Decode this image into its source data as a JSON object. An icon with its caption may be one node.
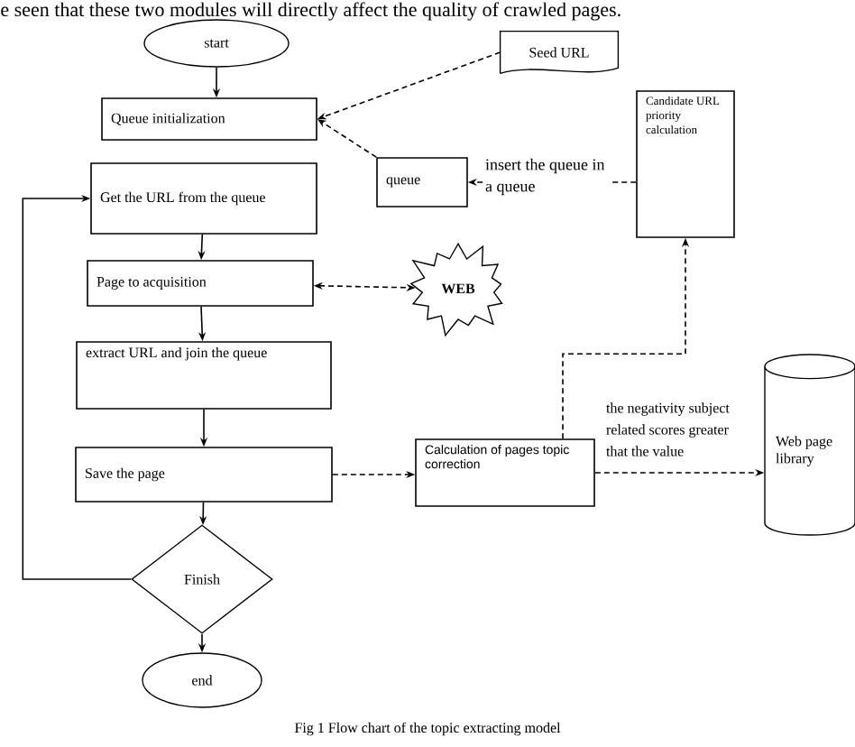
{
  "diagram": {
    "caption": "Fig 1 Flow chart of the topic extracting model",
    "nodes": [
      {
        "text": [
          "start"
        ]
      },
      {
        "text": [
          "Seed URL"
        ]
      },
      {
        "text": [
          "Queue initialization"
        ]
      },
      {
        "text": [
          "Candidate URL priority calculation"
        ]
      },
      {
        "text": [
          "queue"
        ]
      },
      {
        "text": [
          "Get the URL from the queue"
        ]
      },
      {
        "text": [
          "Page to acquisition"
        ]
      },
      {
        "text": [
          "WEB"
        ]
      },
      {
        "text": [
          "extract URL and join the queue"
        ]
      },
      {
        "text": [
          "Save the page"
        ]
      },
      {
        "text": [
          "Calculation of pages topic  correction"
        ]
      },
      {
        "text": [
          "Web page library"
        ]
      },
      {
        "text": [
          "Finish"
        ]
      },
      {
        "text": [
          "end"
        ]
      }
    ],
    "edges": [
      {
        "from": 0,
        "to": 2,
        "arrow": "to"
      },
      {
        "from": 1,
        "to": 2,
        "arrow": "to",
        "style": "dashed"
      },
      {
        "from": 4,
        "to": 2,
        "arrow": "to",
        "style": "dashed"
      },
      {
        "from": 3,
        "to": 4,
        "arrow": "to",
        "style": "dashed",
        "label": "insert the queue in a queue"
      },
      {
        "from": 5,
        "to": 6,
        "arrow": "to"
      },
      {
        "from": 6,
        "to": 7,
        "arrow": "both",
        "style": "dashed"
      },
      {
        "from": 6,
        "to": 8,
        "arrow": "to"
      },
      {
        "from": 8,
        "to": 9,
        "arrow": "to"
      },
      {
        "from": 9,
        "to": 10,
        "arrow": "to",
        "style": "dashed"
      },
      {
        "from": 10,
        "to": 3,
        "arrow": "to",
        "style": "dashed"
      },
      {
        "from": 10,
        "to": 11,
        "arrow": "to",
        "style": "dashed",
        "label": "the negativity subject related scores greater that the value"
      },
      {
        "from": 9,
        "to": 12,
        "arrow": "to"
      },
      {
        "from": 12,
        "to": 13,
        "arrow": "to"
      },
      {
        "from": 12,
        "to": 5,
        "arrow": "to"
      }
    ],
    "labels": [
      "e seen that these two modules will directly affect the quality of crawled pages."
    ]
  }
}
